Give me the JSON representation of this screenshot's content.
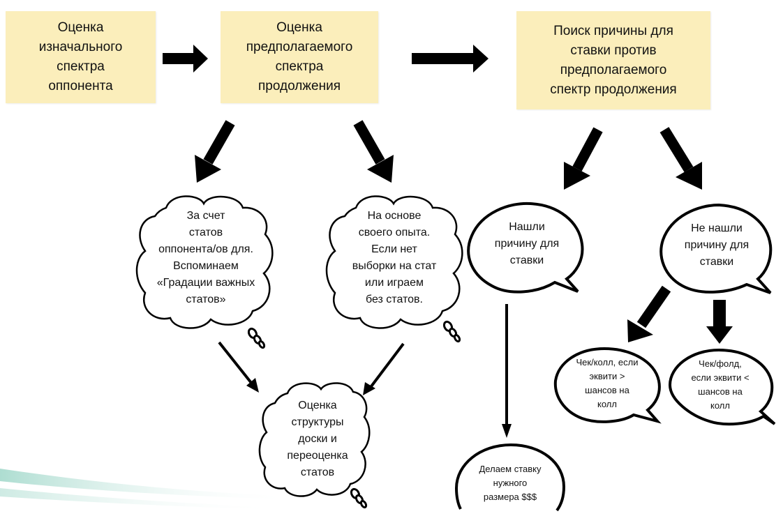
{
  "boxes": {
    "opponent_range": "Оценка\nизначального\nспектра\nоппонента",
    "continuation_range": "Оценка\nпредполагаемого\nспектра\nпродолжения",
    "find_reason": "Поиск причины для\nставки против\nпредполагаемого\nспектр продолжения"
  },
  "clouds": {
    "stats": "За счет\nстатов\nоппонента/ов для.\nВспоминаем\n«Градации важных\nстатов»",
    "experience": "На основе\nсвоего опыта.\nЕсли нет\nвыборки на стат\nили играем\nбез статов.",
    "board": "Оценка\nструктуры\nдоски и\nпереоценка\nстатов"
  },
  "bubbles": {
    "found": "Нашли\nпричину для\nставки",
    "not_found": "Не нашли\nпричину для\nставки",
    "check_call": "Чек/колл, если\nэквити >\nшансов на\nколл",
    "check_fold": "Чек/фолд,\nесли эквити <\nшансов на\nколл",
    "bet": "Делаем ставку\nнужного\nразмера $$$"
  },
  "colors": {
    "box_fill": "#fbeebb",
    "ink": "#000000",
    "swoosh": "#9fd7c9"
  },
  "icons": [
    "arrow-right-icon",
    "arrow-down-icon",
    "thought-bubble-tail-icon"
  ]
}
